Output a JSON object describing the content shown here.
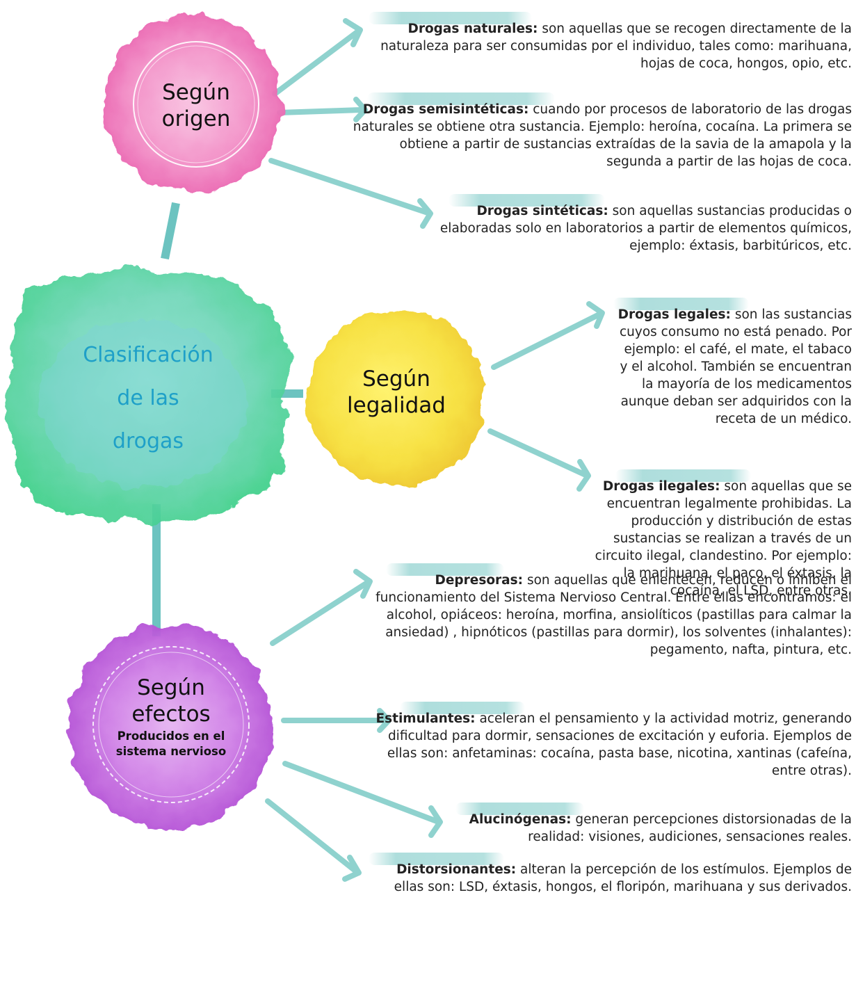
{
  "colors": {
    "connector": "#6cc3c0",
    "origen": "#f07fbd",
    "legalidad": "#f5dc3a",
    "efectos": "#c86be0",
    "center": "#6fd3b6",
    "center_text": "#1ea0c8"
  },
  "center": {
    "title_line1": "Clasificación",
    "title_line2": "de las",
    "title_line3": "drogas"
  },
  "origen": {
    "line1": "Según",
    "line2": "origen",
    "items": [
      {
        "term": "Drogas naturales:",
        "text": "son aquellas que se recogen directamente de la naturaleza para ser consumidas por el individuo, tales como: marihuana, hojas de coca, hongos, opio, etc."
      },
      {
        "term": "Drogas semisintéticas:",
        "text": "cuando por procesos de laboratorio de las drogas naturales se obtiene otra sustancia. Ejemplo: heroína, cocaína. La primera se obtiene a partir de sustancias extraídas de la savia de la amapola y la segunda a partir de las hojas de coca."
      },
      {
        "term": "Drogas sintéticas:",
        "text": "son aquellas  sustancias producidas o elaboradas solo en laboratorios a partir de elementos químicos, ejemplo: éxtasis, barbitúricos, etc."
      }
    ]
  },
  "legalidad": {
    "line1": "Según",
    "line2": "legalidad",
    "items": [
      {
        "term": "Drogas legales:",
        "text": "son las sustancias cuyos consumo no está penado. Por ejemplo: el café, el mate, el tabaco y el alcohol. También se encuentran la mayoría de los medicamentos aunque deban ser adquiridos con la receta de un médico."
      },
      {
        "term": "Drogas ilegales:",
        "text": "son aquellas que se encuentran legalmente prohibidas. La producción y distribución de estas sustancias se realizan a través de un circuito ilegal, clandestino. Por ejemplo: la marihuana, el paco, el éxtasis, la cocaína, el LSD, entre otras."
      }
    ]
  },
  "efectos": {
    "line1": "Según",
    "line2": "efectos",
    "sub1": "Producidos en el",
    "sub2": "sistema nervioso",
    "items": [
      {
        "term": "Depresoras:",
        "text": "son aquellas que enlentecen, reducen o inhiben el funcionamiento del Sistema Nervioso Central. Entre ellas encontramos: el alcohol, opiáceos: heroína, morfina, ansiolíticos (pastillas para calmar la ansiedad) , hipnóticos (pastillas para dormir), los solventes (inhalantes):  pegamento, nafta, pintura, etc."
      },
      {
        "term": "Estimulantes:",
        "text": "aceleran el pensamiento y la actividad motriz, generando dificultad para dormir, sensaciones de excitación y euforia. Ejemplos de ellas son: anfetaminas: cocaína, pasta base, nicotina, xantinas (cafeína, entre otras)."
      },
      {
        "term": "Alucinógenas:",
        "text": "generan percepciones distorsionadas de la realidad: visiones, audiciones, sensaciones reales."
      },
      {
        "term": "Distorsionantes:",
        "text": "alteran la percepción de los estímulos. Ejemplos de ellas son: LSD, éxtasis, hongos, el floripón, marihuana y sus derivados."
      }
    ]
  }
}
